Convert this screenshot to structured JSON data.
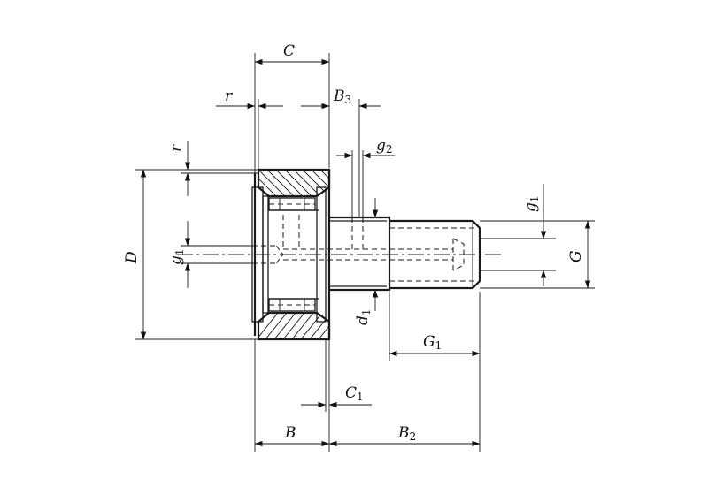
{
  "labels": {
    "C": "C",
    "r_top": "r",
    "B3": {
      "main": "B",
      "sub": "3"
    },
    "r_side": "r",
    "g2": {
      "main": "g",
      "sub": "2"
    },
    "g1_right": {
      "main": "g",
      "sub": "1"
    },
    "D": "D",
    "g1_left": {
      "main": "g",
      "sub": "1"
    },
    "G": "G",
    "d1": {
      "main": "d",
      "sub": "1"
    },
    "G1": {
      "main": "G",
      "sub": "1"
    },
    "C1": {
      "main": "C",
      "sub": "1"
    },
    "B": "B",
    "B2": {
      "main": "B",
      "sub": "2"
    }
  }
}
